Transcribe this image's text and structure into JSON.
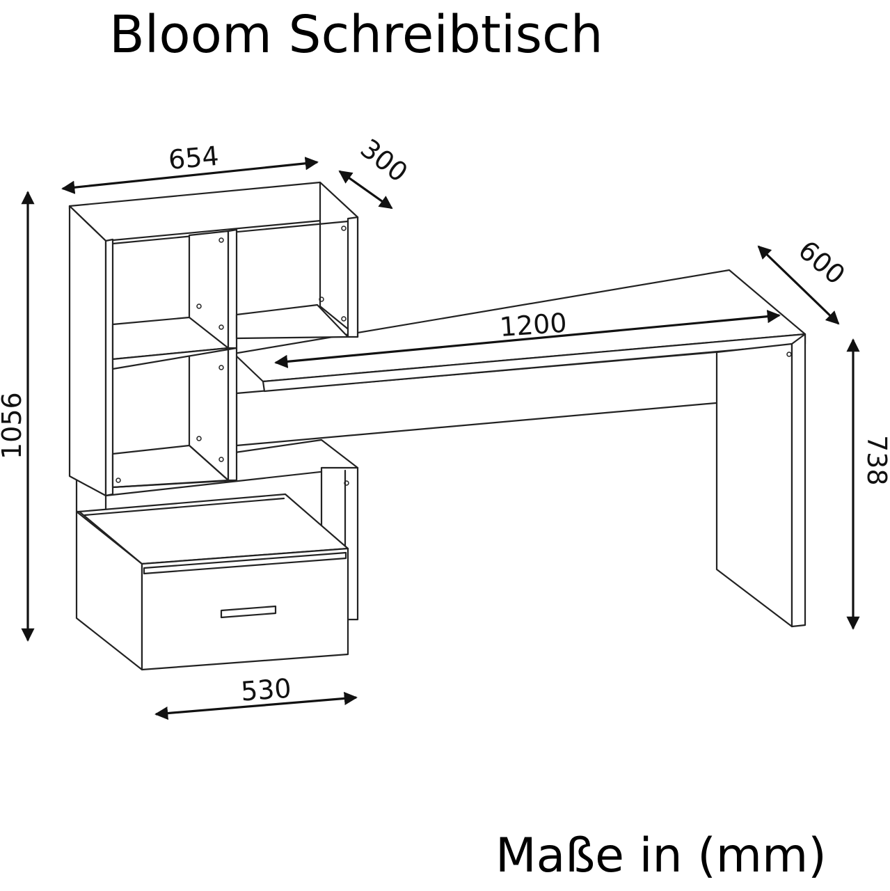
{
  "title": "Bloom Schreibtisch",
  "units_note": "Maße in (mm)",
  "dimensions": {
    "top_width": "654",
    "top_depth": "300",
    "desk_depth": "600",
    "desk_width": "1200",
    "total_height": "1056",
    "desk_height": "738",
    "base_width": "530"
  }
}
